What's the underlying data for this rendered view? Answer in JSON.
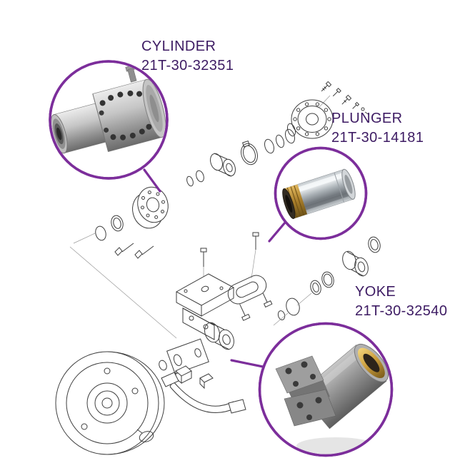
{
  "callouts": [
    {
      "name": "CYLINDER",
      "part_number": "21T-30-32351"
    },
    {
      "name": "PLUNGER",
      "part_number": "21T-30-14181"
    },
    {
      "name": "YOKE",
      "part_number": "21T-30-32540"
    }
  ],
  "colors": {
    "accent": "#7c2e9b",
    "label": "#3d1b63",
    "lineart": "#3e3e3e"
  }
}
